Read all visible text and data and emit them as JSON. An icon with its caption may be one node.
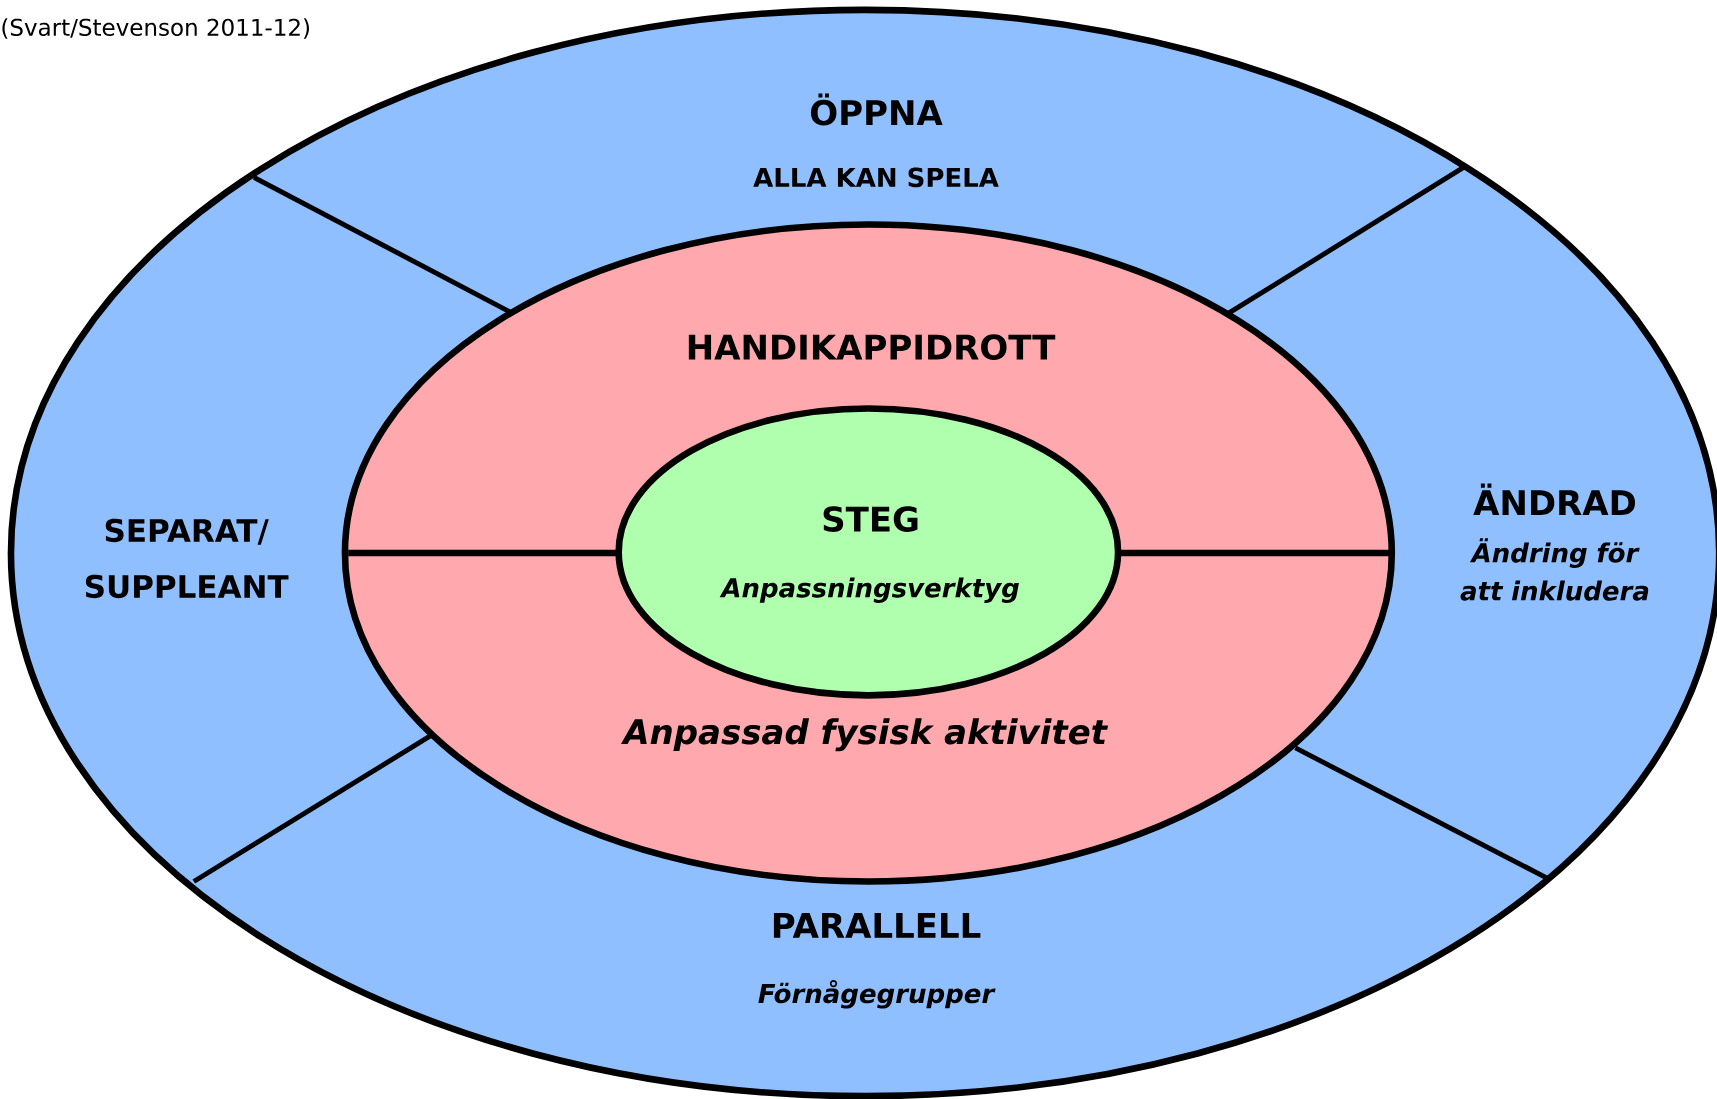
{
  "diagram": {
    "nodes": [
      {
        "text": [
          "ÖPPNA",
          "ALLA KAN SPELA"
        ]
      },
      {
        "text": [
          "SEPARAT/ SUPPLEANT"
        ]
      },
      {
        "text": [
          "ÄNDRAD",
          "Ändring för att inkludera"
        ]
      },
      {
        "text": [
          "PARALLELL",
          "Förnågegrupper"
        ]
      },
      {
        "text": [
          "HANDIKAPPIDROTT",
          "Anpassad fysisk aktivitet"
        ]
      },
      {
        "text": [
          "STEG",
          "Anpassningsverktyg"
        ],
        "in": 4
      }
    ],
    "edges": [],
    "labels": [
      "(Svart/Stevenson 2011-12)"
    ]
  }
}
